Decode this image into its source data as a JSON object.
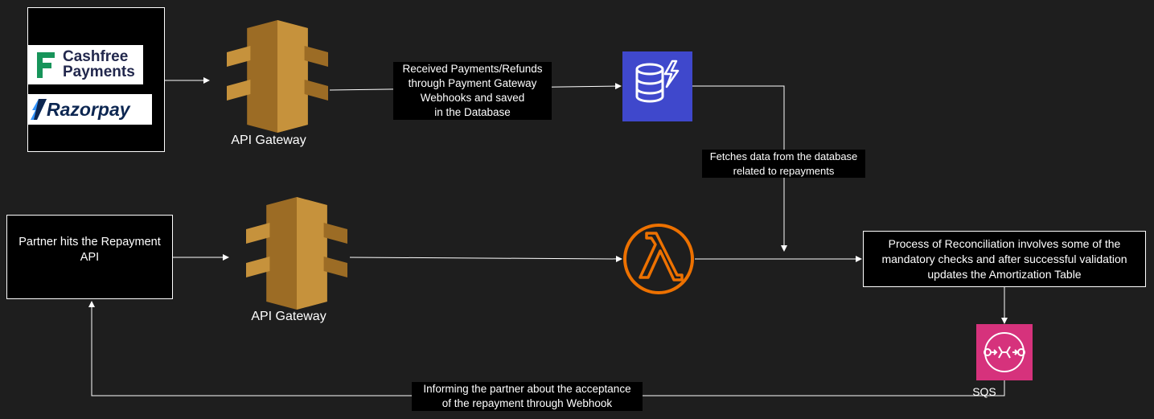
{
  "providers": {
    "cashfree": {
      "line1": "Cashfree",
      "line2": "Payments",
      "color": "#17945a",
      "text_color": "#22284d"
    },
    "razorpay": {
      "name": "Razorpay",
      "color": "#0c2651",
      "accent": "#3395ff"
    }
  },
  "gateway_top": {
    "label": "API Gateway",
    "icon": "api-gateway-icon",
    "color": "#d29e45"
  },
  "gateway_bottom": {
    "label": "API Gateway",
    "icon": "api-gateway-icon",
    "color": "#d29e45"
  },
  "database": {
    "icon": "dynamodb-icon",
    "color": "#3f48cc"
  },
  "lambda": {
    "icon": "lambda-icon",
    "color": "#ed7100"
  },
  "sqs": {
    "label": "SQS",
    "icon": "sqs-icon",
    "color": "#d6327c"
  },
  "partner": {
    "text": "Partner hits the Repayment\nAPI"
  },
  "reconciliation": {
    "text": "Process of Reconciliation involves some of the\nmandatory checks and after successful validation\nupdates the Amortization Table"
  },
  "edge_labels": {
    "webhooks": "Received Payments/Refunds\nthrough Payment Gateway\nWebhooks and saved\nin the Database",
    "fetches": "Fetches data from the database\nrelated to repayments",
    "informing": "Informing the partner about the acceptance\nof the repayment through Webhook"
  }
}
